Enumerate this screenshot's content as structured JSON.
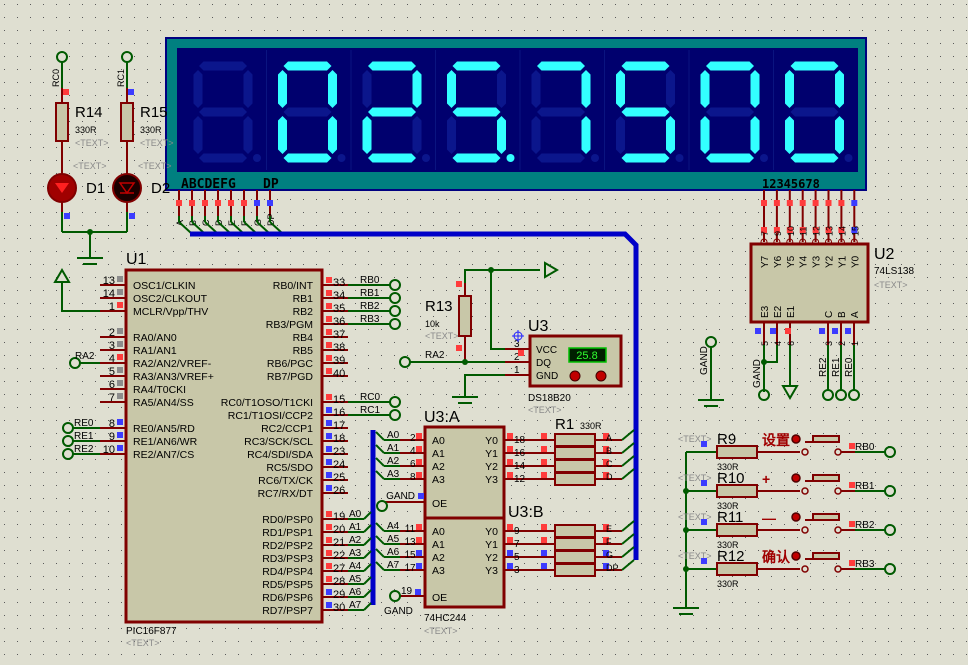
{
  "colors": {
    "wire": "#005a00",
    "pin": "#800000",
    "body": "#c8c7a8",
    "outline": "#800000",
    "bus": "#0000c8",
    "high": "#ff3c3c",
    "low": "#3c3cff",
    "float": "#8c8c8c",
    "background": "#dfdfd1"
  },
  "display": {
    "digits": [
      "",
      "0",
      "2",
      "5",
      "7",
      "5",
      "0",
      "0"
    ],
    "decimal_point_digit": 3,
    "segment_label": "ABCDEFG",
    "dp_label": "DP",
    "digit_label": "12345678",
    "pins": [
      "A",
      "B",
      "C",
      "D",
      "E",
      "F",
      "G",
      "DP"
    ],
    "pin_states": [
      "high",
      "high",
      "high",
      "high",
      "high",
      "high",
      "low",
      "low"
    ],
    "digit_pin_states": [
      "high",
      "high",
      "high",
      "high",
      "high",
      "high",
      "high",
      "low"
    ],
    "on_color": "#33ffff",
    "off_color": "#0b168c",
    "frame_color": "#008080",
    "panel_color": "#00006e"
  },
  "u1": {
    "ref": "U1",
    "part": "PIC16F877",
    "text": "<TEXT>",
    "left_pins": [
      {
        "num": "13",
        "name": "OSC1/CLKIN",
        "state": "float"
      },
      {
        "num": "14",
        "name": "OSC2/CLKOUT",
        "state": "float"
      },
      {
        "num": "1",
        "name": "MCLR/Vpp/THV",
        "state": "high"
      },
      {
        "num": "2",
        "name": "RA0/AN0",
        "state": "float"
      },
      {
        "num": "3",
        "name": "RA1/AN1",
        "state": "float"
      },
      {
        "num": "4",
        "name": "RA2/AN2/VREF-",
        "state": "high",
        "net": "RA2"
      },
      {
        "num": "5",
        "name": "RA3/AN3/VREF+",
        "state": "float"
      },
      {
        "num": "6",
        "name": "RA4/T0CKI",
        "state": "float"
      },
      {
        "num": "7",
        "name": "RA5/AN4/SS",
        "state": "float"
      },
      {
        "num": "8",
        "name": "RE0/AN5/RD",
        "state": "low",
        "net": "RE0"
      },
      {
        "num": "9",
        "name": "RE1/AN6/WR",
        "state": "low",
        "net": "RE1"
      },
      {
        "num": "10",
        "name": "RE2/AN7/CS",
        "state": "low",
        "net": "RE2"
      }
    ],
    "right_pins": [
      {
        "num": "33",
        "name": "RB0/INT",
        "state": "high",
        "net": "RB0"
      },
      {
        "num": "34",
        "name": "RB1",
        "state": "high",
        "net": "RB1"
      },
      {
        "num": "35",
        "name": "RB2",
        "state": "high",
        "net": "RB2"
      },
      {
        "num": "36",
        "name": "RB3/PGM",
        "state": "high",
        "net": "RB3"
      },
      {
        "num": "37",
        "name": "RB4",
        "state": "high"
      },
      {
        "num": "38",
        "name": "RB5",
        "state": "high"
      },
      {
        "num": "39",
        "name": "RB6/PGC",
        "state": "high"
      },
      {
        "num": "40",
        "name": "RB7/PGD",
        "state": "high"
      },
      {
        "num": "15",
        "name": "RC0/T1OSO/T1CKI",
        "state": "high",
        "net": "RC0"
      },
      {
        "num": "16",
        "name": "RC1/T1OSI/CCP2",
        "state": "low",
        "net": "RC1"
      },
      {
        "num": "17",
        "name": "RC2/CCP1",
        "state": "low"
      },
      {
        "num": "18",
        "name": "RC3/SCK/SCL",
        "state": "low"
      },
      {
        "num": "23",
        "name": "RC4/SDI/SDA",
        "state": "low"
      },
      {
        "num": "24",
        "name": "RC5/SDO",
        "state": "low"
      },
      {
        "num": "25",
        "name": "RC6/TX/CK",
        "state": "low"
      },
      {
        "num": "26",
        "name": "RC7/RX/DT",
        "state": "low"
      },
      {
        "num": "19",
        "name": "RD0/PSP0",
        "state": "high",
        "net": "A0"
      },
      {
        "num": "20",
        "name": "RD1/PSP1",
        "state": "high",
        "net": "A1"
      },
      {
        "num": "21",
        "name": "RD2/PSP2",
        "state": "high",
        "net": "A2"
      },
      {
        "num": "22",
        "name": "RD3/PSP3",
        "state": "high",
        "net": "A3"
      },
      {
        "num": "27",
        "name": "RD4/PSP4",
        "state": "high",
        "net": "A4"
      },
      {
        "num": "28",
        "name": "RD5/PSP5",
        "state": "high",
        "net": "A5"
      },
      {
        "num": "29",
        "name": "RD6/PSP6",
        "state": "low",
        "net": "A6"
      },
      {
        "num": "30",
        "name": "RD7/PSP7",
        "state": "low",
        "net": "A7"
      }
    ]
  },
  "leds": [
    {
      "ref": "D1",
      "net": "RC0",
      "resistor": "R14",
      "value": "330R",
      "text": "<TEXT>",
      "state": "on"
    },
    {
      "ref": "D2",
      "net": "RC1",
      "resistor": "R15",
      "value": "330R",
      "text": "<TEXT>",
      "state": "off"
    }
  ],
  "r13": {
    "ref": "R13",
    "value": "10k",
    "text": "<TEXT>",
    "net": "RA2"
  },
  "ds18b20": {
    "ref": "U3",
    "part": "DS18B20",
    "text": "<TEXT>",
    "reading": "25.8",
    "pins": [
      {
        "num": "3",
        "name": "VCC"
      },
      {
        "num": "2",
        "name": "DQ"
      },
      {
        "num": "1",
        "name": "GND"
      }
    ]
  },
  "buffer": {
    "ref_a": "U3:A",
    "ref_b": "U3:B",
    "part": "74HC244",
    "text": "<TEXT>",
    "oe_name": "OE",
    "gnd_label": "GAND",
    "inputs": [
      {
        "net": "A0",
        "num": "2",
        "name": "A0",
        "state": "high"
      },
      {
        "net": "A1",
        "num": "4",
        "name": "A1",
        "state": "high"
      },
      {
        "net": "A2",
        "num": "6",
        "name": "A2",
        "state": "high"
      },
      {
        "net": "A3",
        "num": "8",
        "name": "A3",
        "state": "high"
      },
      {
        "net": "A4",
        "num": "11",
        "name": "A0",
        "state": "high"
      },
      {
        "net": "A5",
        "num": "13",
        "name": "A1",
        "state": "high"
      },
      {
        "net": "A6",
        "num": "15",
        "name": "A2",
        "state": "low"
      },
      {
        "net": "A7",
        "num": "17",
        "name": "A3",
        "state": "low"
      }
    ],
    "outputs": [
      {
        "num": "18",
        "name": "Y0",
        "seg": "A",
        "state": "high"
      },
      {
        "num": "16",
        "name": "Y1",
        "seg": "B",
        "state": "high"
      },
      {
        "num": "14",
        "name": "Y2",
        "seg": "C",
        "state": "high"
      },
      {
        "num": "12",
        "name": "Y3",
        "seg": "D",
        "state": "high"
      },
      {
        "num": "9",
        "name": "Y0",
        "seg": "E",
        "state": "high"
      },
      {
        "num": "7",
        "name": "Y1",
        "seg": "F",
        "state": "high"
      },
      {
        "num": "5",
        "name": "Y2",
        "seg": "G",
        "state": "low"
      },
      {
        "num": "3",
        "name": "Y3",
        "seg": "DP",
        "state": "low"
      }
    ],
    "oe_b_num": "19"
  },
  "r1": {
    "ref": "R1",
    "value": "330R"
  },
  "decoder": {
    "ref": "U2",
    "part": "74LS138",
    "text": "<TEXT>",
    "gnd_label": "GAND",
    "outputs": [
      {
        "name": "Y7",
        "num": "7"
      },
      {
        "name": "Y6",
        "num": "9"
      },
      {
        "name": "Y5",
        "num": "10"
      },
      {
        "name": "Y4",
        "num": "11"
      },
      {
        "name": "Y3",
        "num": "12"
      },
      {
        "name": "Y2",
        "num": "13"
      },
      {
        "name": "Y1",
        "num": "14"
      },
      {
        "name": "Y0",
        "num": "15"
      }
    ],
    "enables": [
      {
        "name": "E3",
        "num": "5",
        "state": "low"
      },
      {
        "name": "E2",
        "num": "4",
        "state": "low"
      },
      {
        "name": "E1",
        "num": "6",
        "state": "high"
      }
    ],
    "selects": [
      {
        "name": "C",
        "num": "3",
        "net": "RE2",
        "state": "low"
      },
      {
        "name": "B",
        "num": "2",
        "net": "RE1",
        "state": "low"
      },
      {
        "name": "A",
        "num": "1",
        "net": "RE0",
        "state": "low"
      }
    ]
  },
  "gnd_terminal": "GAND",
  "buttons": [
    {
      "ref": "R9",
      "value": "330R",
      "text": "<TEXT>",
      "label": "设置",
      "net": "RB0"
    },
    {
      "ref": "R10",
      "value": "330R",
      "text": "<TEXT>",
      "label": "+",
      "net": "RB1"
    },
    {
      "ref": "R11",
      "value": "330R",
      "text": "<TEXT>",
      "label": "—",
      "net": "RB2"
    },
    {
      "ref": "R12",
      "value": "330R",
      "text": "<TEXT>",
      "label": "确认",
      "net": "RB3"
    }
  ]
}
